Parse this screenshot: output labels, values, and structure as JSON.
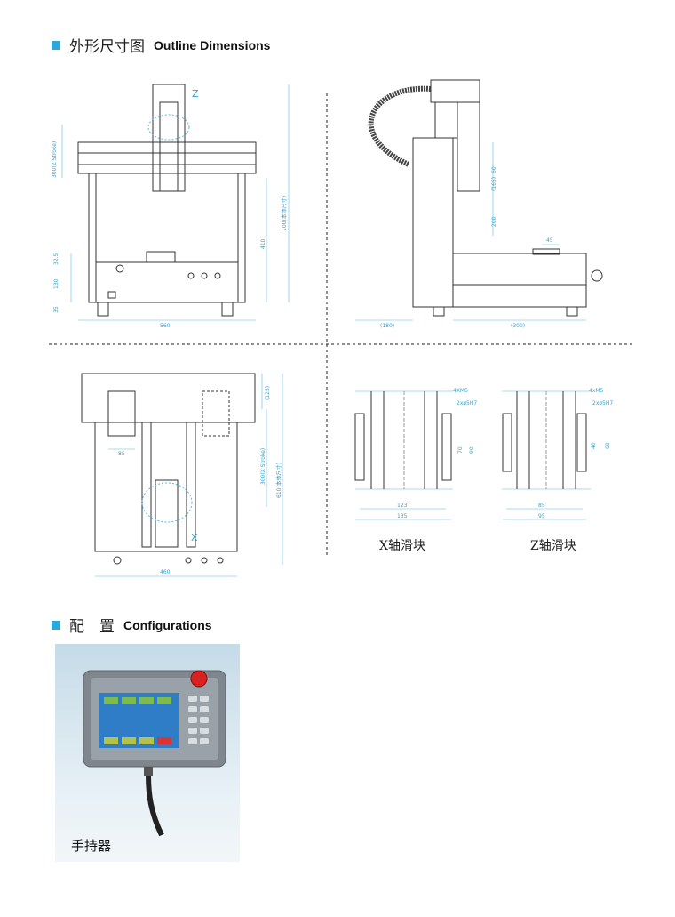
{
  "section1": {
    "title_cn": "外形尺寸图",
    "title_en": "Outline Dimensions"
  },
  "section2": {
    "title_cn": "配　置",
    "title_en": "Configurations"
  },
  "front_view": {
    "z_label": "Z",
    "dims": [
      "300(Z Stroke)",
      "410",
      "700(本体尺寸)",
      "32.5",
      "130",
      "35",
      "560"
    ]
  },
  "side_view": {
    "dims": [
      "60",
      "(165)",
      "200",
      "45",
      "(180)",
      "(300)"
    ]
  },
  "top_view": {
    "x_label": "X",
    "dims": [
      "(125)",
      "300(X Stroke)",
      "610(本体尺寸)",
      "85",
      "460"
    ]
  },
  "x_slider": {
    "caption": "X轴滑块",
    "dims": [
      "4XM5",
      "2xø5H7",
      "70",
      "90",
      "123",
      "135"
    ]
  },
  "z_slider": {
    "caption": "Z轴滑块",
    "dims": [
      "4xM5",
      "2xø5H7",
      "40",
      "60",
      "85",
      "95"
    ]
  },
  "pendant": {
    "label": "手持器"
  },
  "colors": {
    "accent": "#2fa6d8",
    "dimension": "#3aa0c8"
  }
}
